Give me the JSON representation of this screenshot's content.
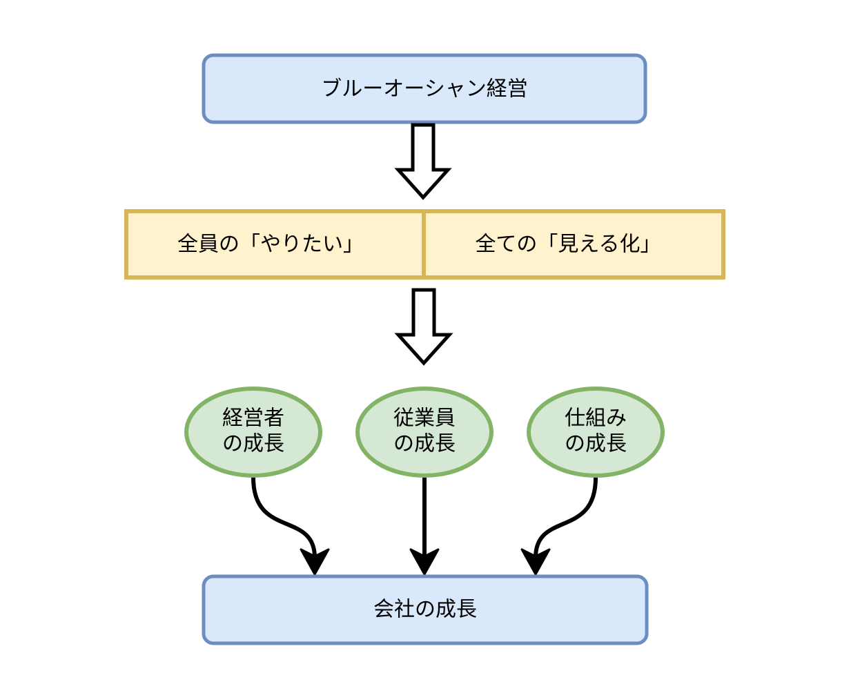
{
  "nodes": {
    "top": {
      "label": "ブルーオーシャン経営"
    },
    "split_left": {
      "label": "全員の「やりたい」"
    },
    "split_right": {
      "label": "全ての「見える化」"
    },
    "ellipses": [
      {
        "line1": "経営者",
        "line2": "の成長"
      },
      {
        "line1": "従業員",
        "line2": "の成長"
      },
      {
        "line1": "仕組み",
        "line2": "の成長"
      }
    ],
    "bottom": {
      "label": "会社の成長"
    }
  },
  "colors": {
    "blue_fill": "#dae8fc",
    "blue_stroke": "#6c8ebf",
    "yellow_fill": "#fff2cc",
    "yellow_stroke": "#d6b656",
    "green_fill": "#d5e8d4",
    "green_stroke": "#82b366",
    "arrow_stroke": "#000000"
  }
}
